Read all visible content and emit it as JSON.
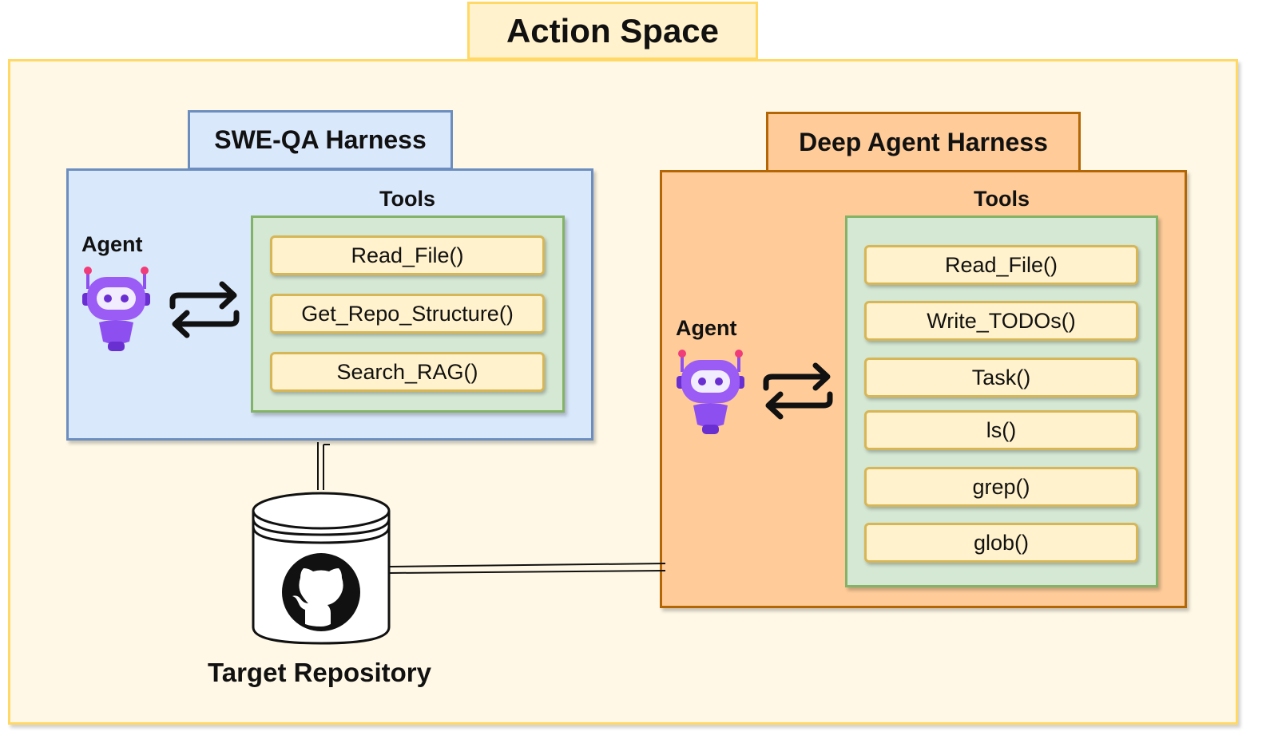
{
  "title": "Action Space",
  "swe_qa": {
    "title": "SWE-QA Harness",
    "agent_label": "Agent",
    "tools_label": "Tools",
    "tools": [
      "Read_File()",
      "Get_Repo_Structure()",
      "Search_RAG()"
    ]
  },
  "deep_agent": {
    "title": "Deep Agent Harness",
    "agent_label": "Agent",
    "tools_label": "Tools",
    "tools": [
      "Read_File()",
      "Write_TODOs()",
      "Task()",
      "ls()",
      "grep()",
      "glob()"
    ]
  },
  "repository": {
    "label": "Target Repository",
    "icon": "github-icon"
  },
  "icons": {
    "agent": "robot-icon",
    "exchange": "swap-arrows-icon"
  },
  "colors": {
    "outer_fill": "#fff8e6",
    "outer_border": "#ffd866",
    "swe_fill": "#dae8fc",
    "swe_border": "#6c8ebf",
    "deep_fill": "#ffcc99",
    "deep_border": "#b46504",
    "tools_fill": "#d5e8d4",
    "tools_border": "#82b366",
    "tool_fill": "#fff2cc",
    "tool_border": "#d6b656",
    "robot": "#8e4ff0"
  }
}
